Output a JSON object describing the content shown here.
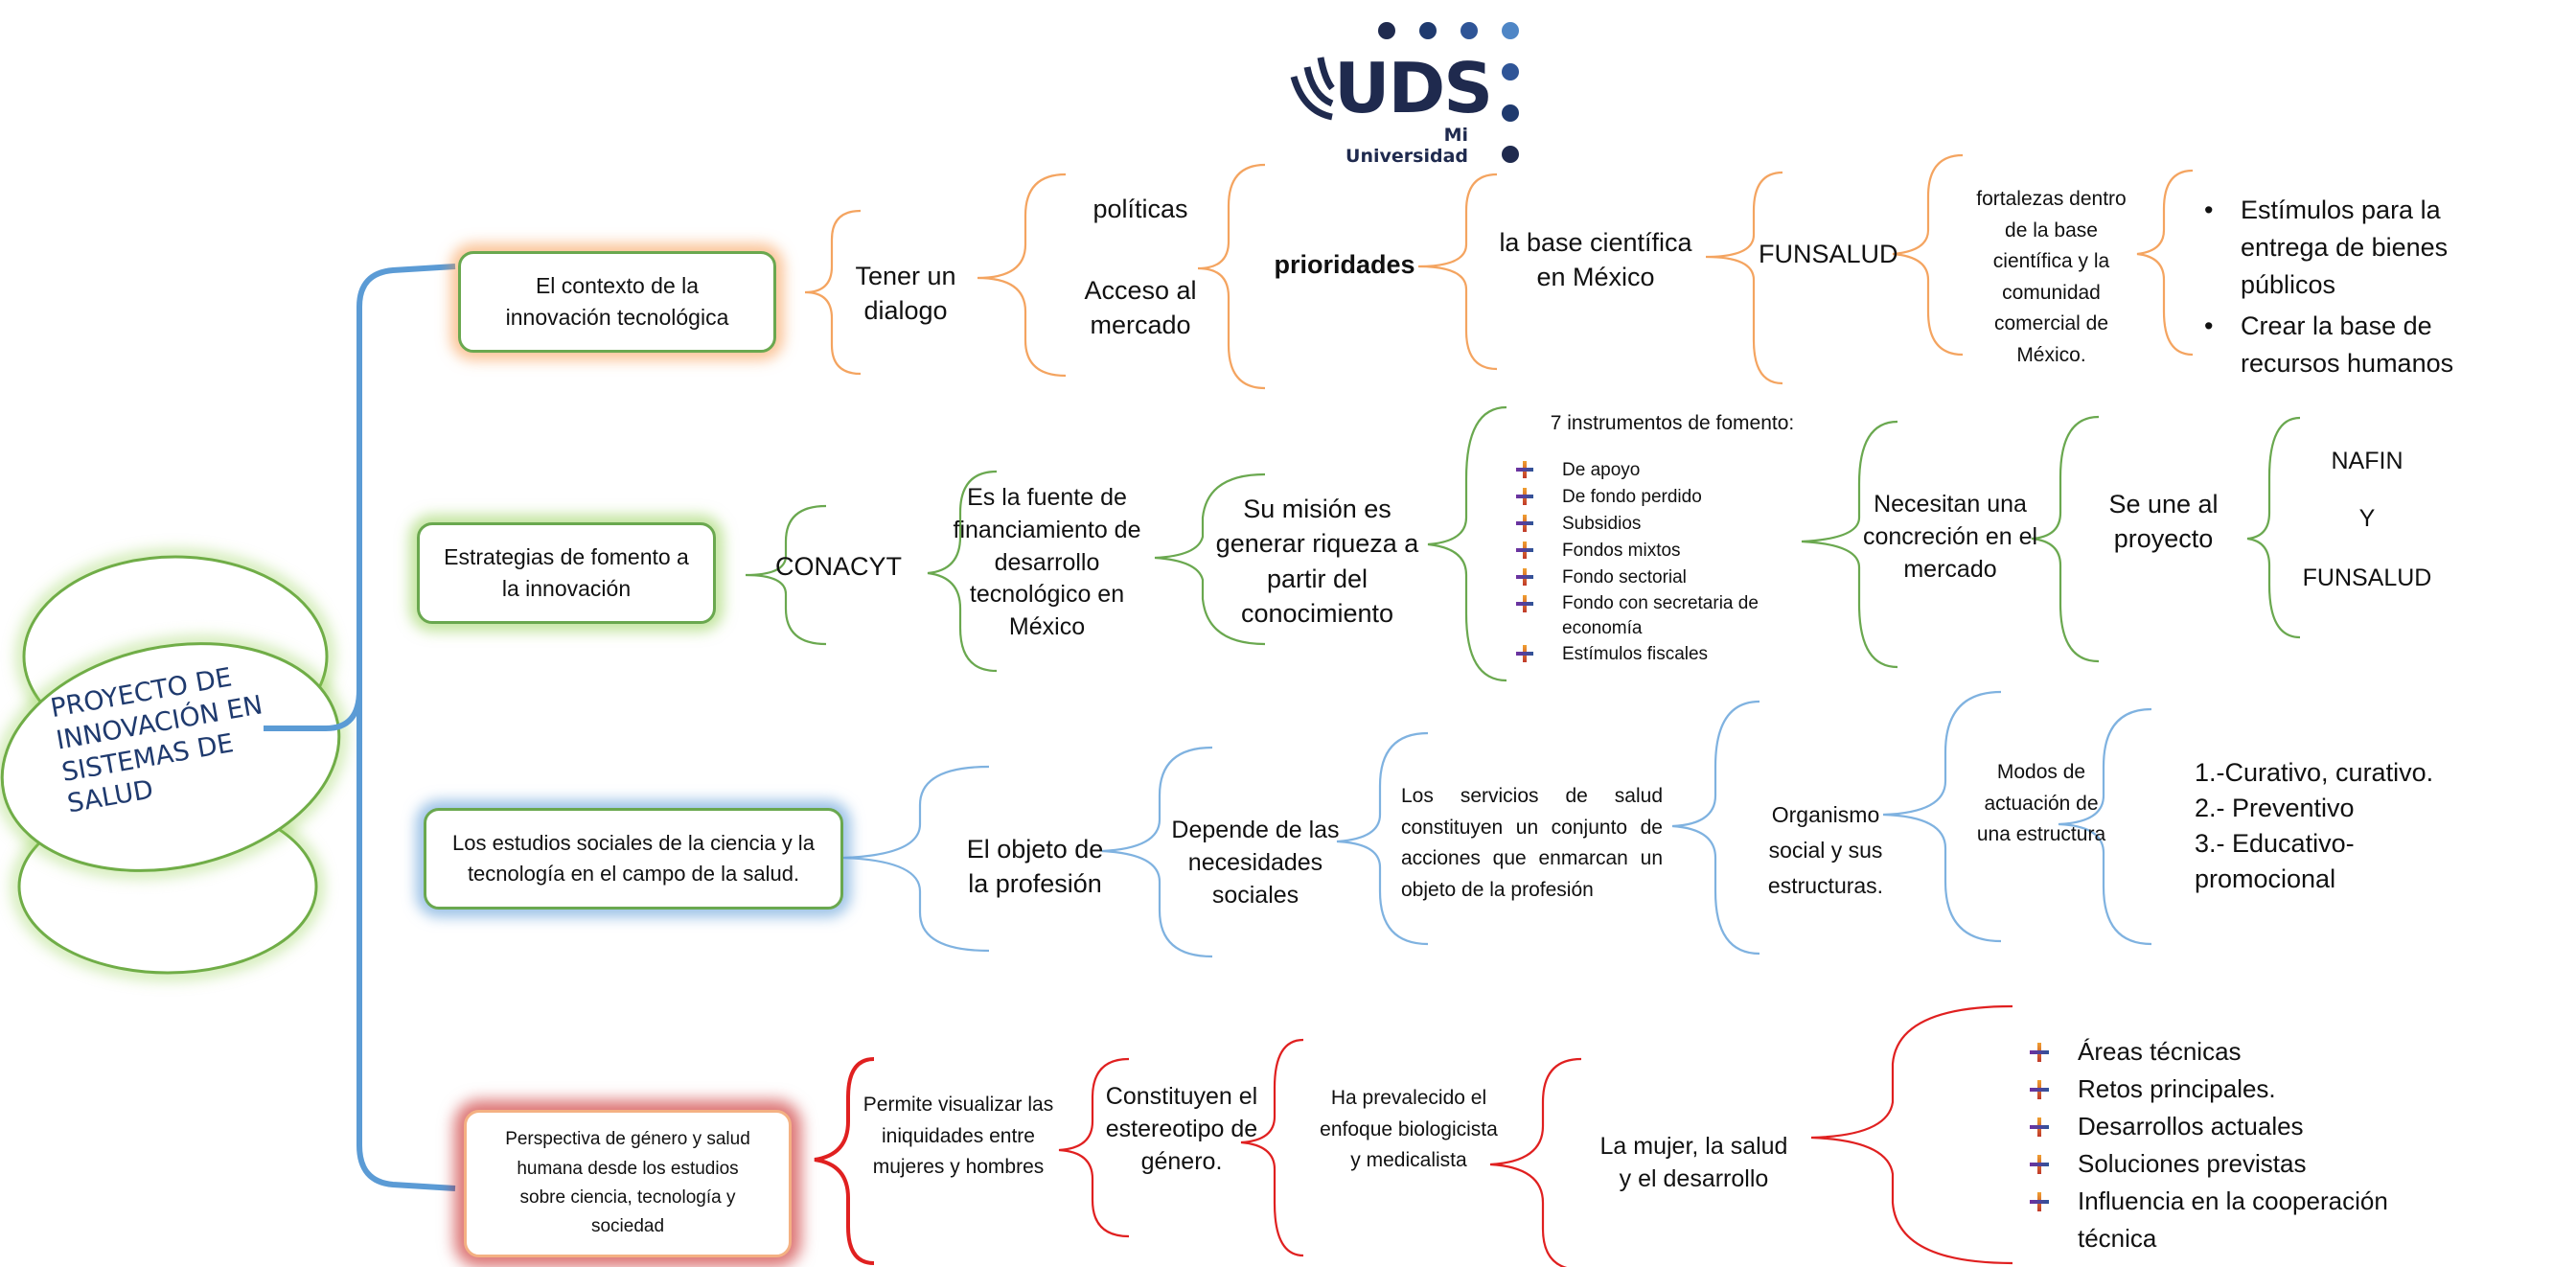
{
  "logo": {
    "text": "UDS",
    "subtitle": "Mi Universidad"
  },
  "center": {
    "line1": "PROYECTO DE",
    "line2": "INNOVACIÓN EN",
    "line3": "SISTEMAS DE SALUD"
  },
  "branch1": {
    "box": "El contexto de la innovación tecnológica",
    "dialogo": "Tener un dialogo",
    "politicas": "políticas",
    "acceso": "Acceso al mercado",
    "prioridades": "prioridades",
    "base": "la base científica en México",
    "funsalud": "FUNSALUD",
    "fortalezas": "fortalezas dentro de la base científica y la comunidad comercial de México.",
    "bullets": [
      "Estímulos para la entrega de bienes públicos",
      "Crear la base de recursos humanos"
    ]
  },
  "branch2": {
    "box": "Estrategias de fomento a la innovación",
    "conacyt": "CONACYT",
    "fuente": "Es la fuente de financiamiento de desarrollo tecnológico en México",
    "mision": "Su misión es generar riqueza a partir del conocimiento",
    "instrumentos_title": "7 instrumentos de fomento:",
    "instrumentos": [
      "De apoyo",
      "De fondo perdido",
      "Subsidios",
      "Fondos mixtos",
      "Fondo sectorial",
      "Fondo con secretaria de economía",
      "Estímulos fiscales"
    ],
    "concrecion": "Necesitan una concreción en el mercado",
    "seune": "Se une al proyecto",
    "nafin": "NAFIN",
    "y": "Y",
    "funsalud": "FUNSALUD"
  },
  "branch3": {
    "box": "Los estudios sociales de la ciencia y la tecnología en el campo de la salud.",
    "objeto": "El objeto de la profesión",
    "depende": "Depende de las necesidades sociales",
    "servicios": "Los servicios de salud constituyen un conjunto de acciones que enmarcan un objeto de la profesión",
    "organismo": "Organismo social y sus estructuras.",
    "modos": "Modos de actuación de una estructura",
    "modos_list": [
      "1.-Curativo, curativo.",
      "2.- Preventivo",
      "3.- Educativo-promocional"
    ]
  },
  "branch4": {
    "box": "Perspectiva de género y salud humana desde los estudios sobre ciencia, tecnología y sociedad",
    "permite": "Permite visualizar las iniquidades entre mujeres y hombres",
    "constituyen": "Constituyen el estereotipo de género.",
    "prevalecido": "Ha prevalecido el enfoque biologicista y medicalista",
    "mujer": "La mujer, la salud y el desarrollo",
    "areas": [
      "Áreas técnicas",
      "Retos principales.",
      "Desarrollos actuales",
      "Soluciones previstas",
      "Influencia en la cooperación técnica"
    ]
  },
  "colors": {
    "orange": "#f4a460",
    "green": "#6aa84f",
    "blue": "#7fb2e0",
    "red": "#e02020",
    "trunk": "#5b9bd5"
  }
}
